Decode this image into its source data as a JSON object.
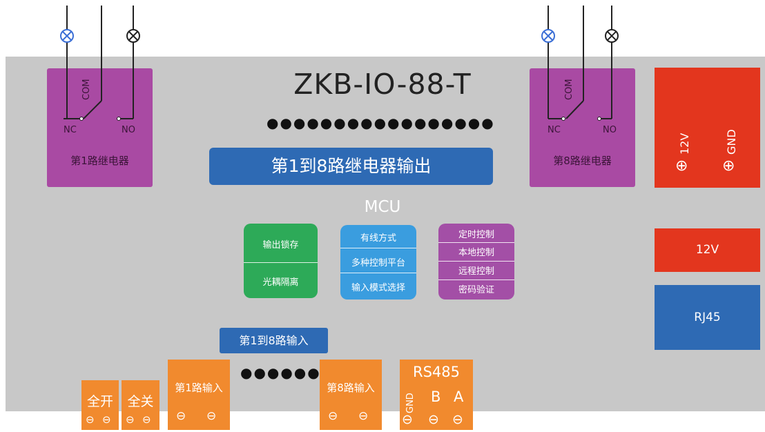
{
  "title": "ZKB-IO-88-T",
  "dots_top": "●●●●●●●●●●●●●●●●●",
  "relay1": {
    "label": "第1路继电器",
    "com": "COM",
    "nc": "NC",
    "no": "NO"
  },
  "relay8": {
    "label": "第8路继电器",
    "com": "COM",
    "nc": "NC",
    "no": "NO"
  },
  "relay_output_banner": "第1到8路继电器输出",
  "mcu": "MCU",
  "features_green": [
    "输出锁存",
    "光耦隔离"
  ],
  "features_cyan": [
    "有线方式",
    "多种控制平台",
    "输入模式选择"
  ],
  "features_purple": [
    "定时控制",
    "本地控制",
    "远程控制",
    "密码验证"
  ],
  "power": {
    "v12": "12V",
    "gnd": "GND",
    "term": "⊕"
  },
  "power_12v": "12V",
  "rj45": "RJ45",
  "input_banner": "第1到8路输入",
  "dots_bottom": "●●●●●●●",
  "all_on": "全开",
  "all_off": "全关",
  "input1": "第1路输入",
  "input8": "第8路输入",
  "rs485": {
    "title": "RS485",
    "gnd": "GND",
    "b": "B",
    "a": "A"
  },
  "term_minus": "⊖",
  "colors": {
    "board": "#c8c8c8",
    "relay": "#a94aa3",
    "blue": "#2e6ab4",
    "green": "#2daa58",
    "cyan": "#3a9ddf",
    "purple": "#a34fa6",
    "red": "#e3361e",
    "orange": "#f18a2e"
  }
}
